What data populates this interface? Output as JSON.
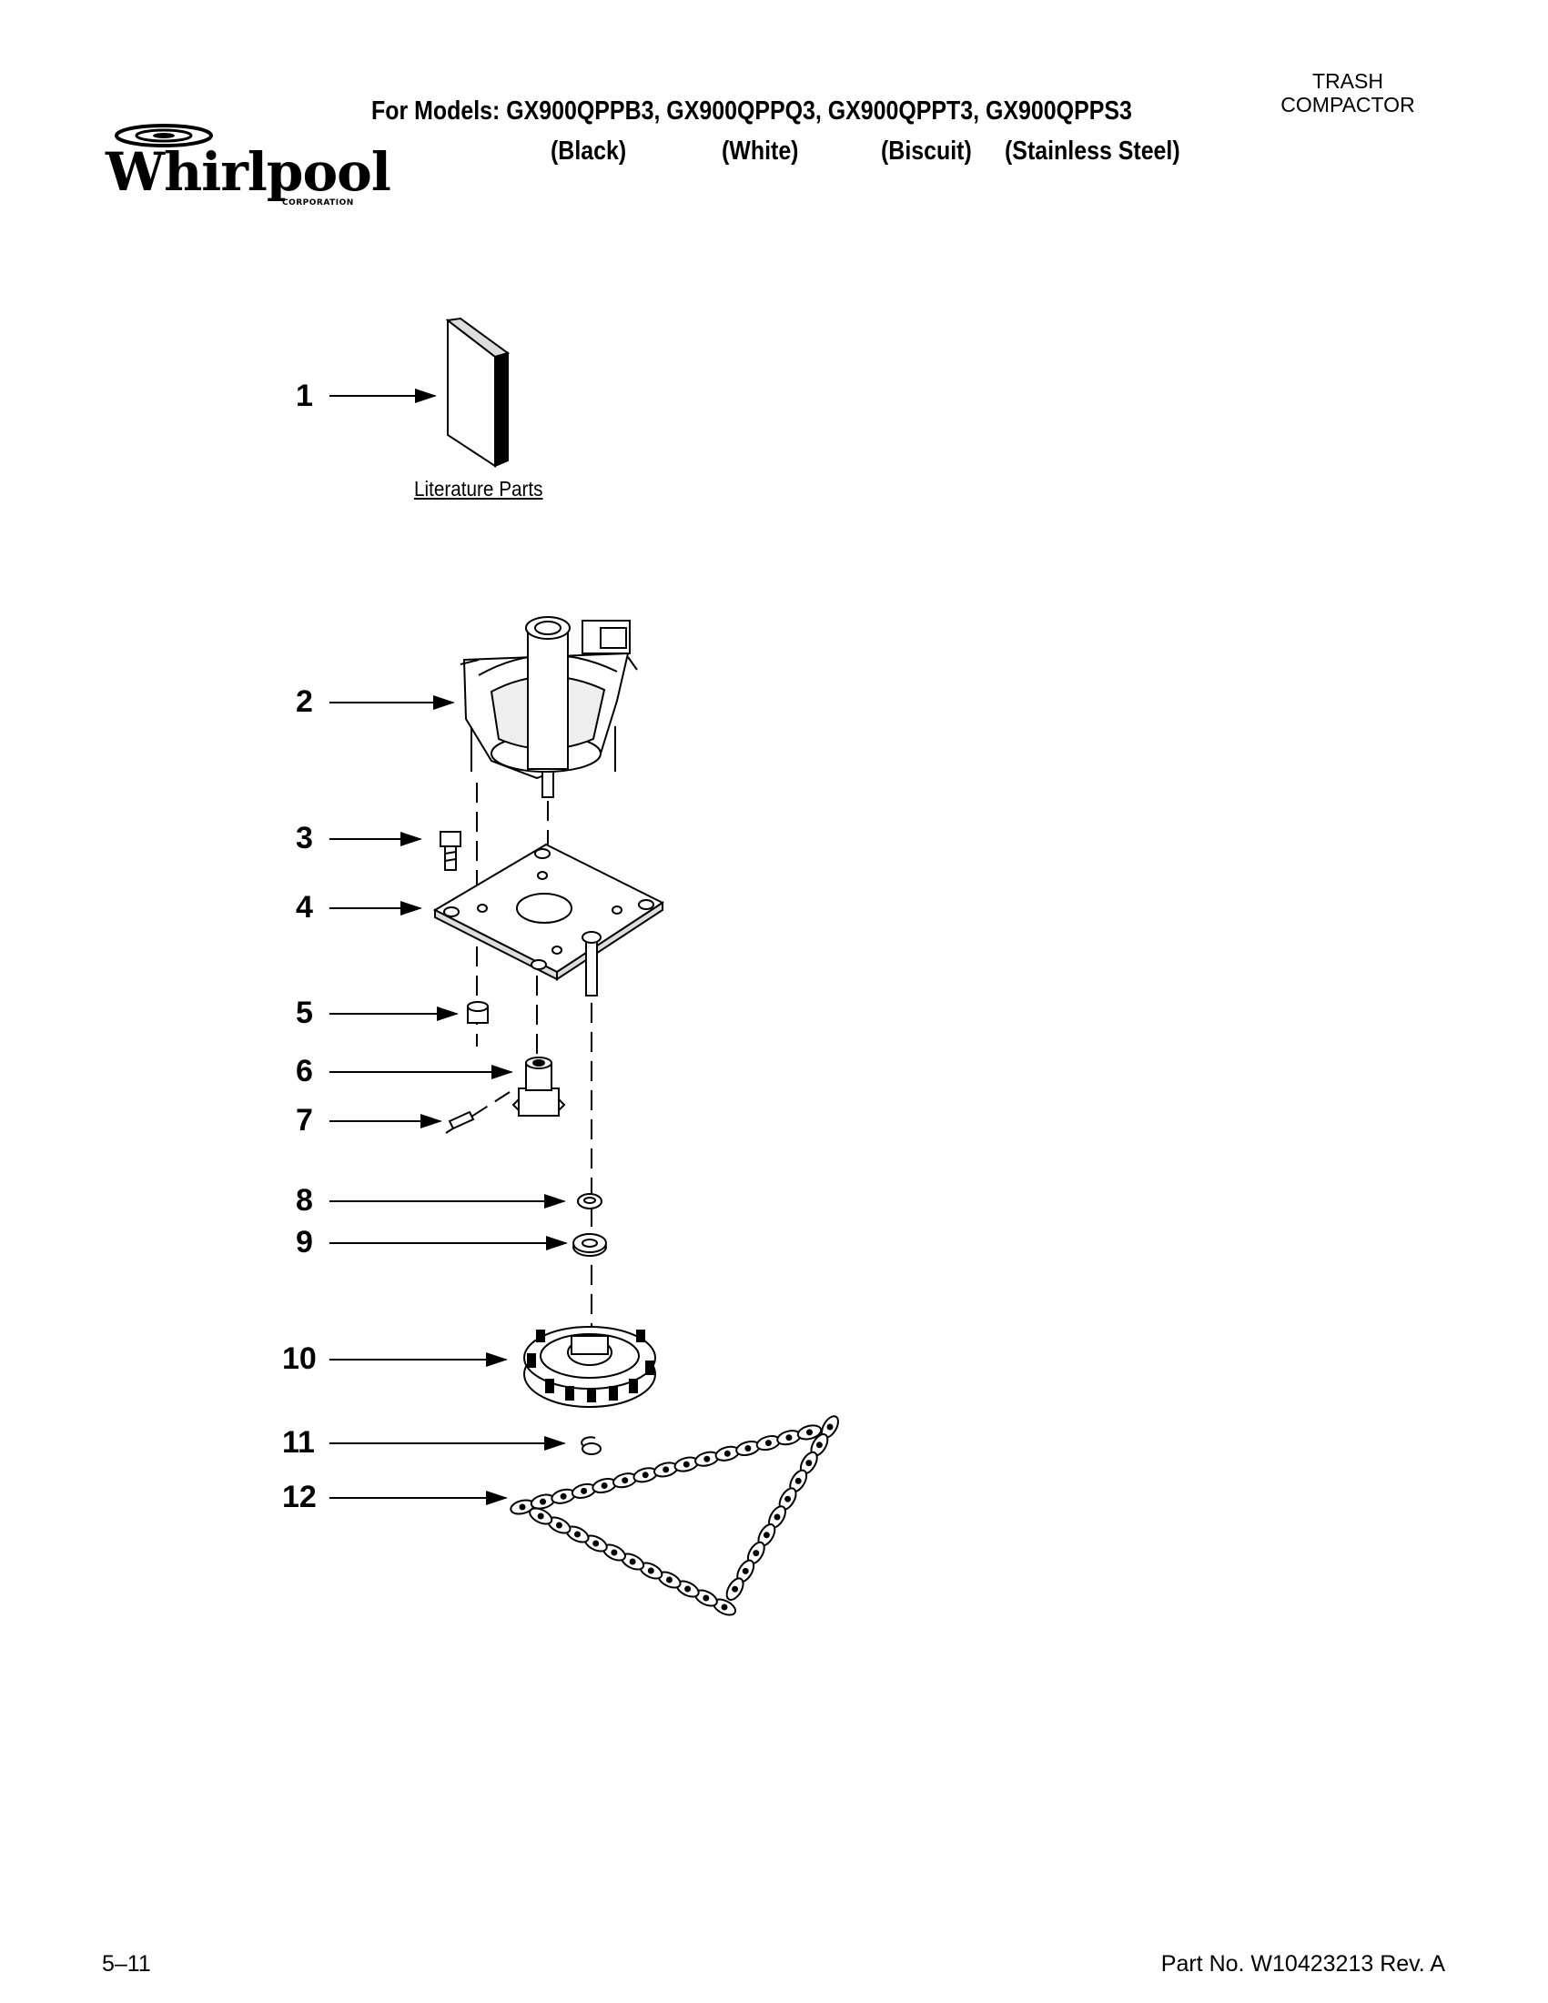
{
  "brand": {
    "name": "Whirlpool",
    "sub": "CORPORATION"
  },
  "header": {
    "models_line": "For Models: GX900QPPB3, GX900QPPQ3, GX900QPPT3, GX900QPPS3",
    "colors": [
      "(Black)",
      "(White)",
      "(Biscuit)",
      "(Stainless Steel)"
    ],
    "category_line1": "TRASH",
    "category_line2": "COMPACTOR"
  },
  "literature_label": "Literature Parts",
  "callouts": [
    "1",
    "2",
    "3",
    "4",
    "5",
    "6",
    "7",
    "8",
    "9",
    "10",
    "11",
    "12"
  ],
  "footer": {
    "page": "5–11",
    "part_number": "Part No. W10423213 Rev. A"
  },
  "icons": {
    "logo": "whirlpool-logo",
    "literature": "literature-booklet-icon",
    "motor": "motor-part",
    "bracket": "mounting-plate-part",
    "sprocket": "drive-sprocket-part",
    "chain": "drive-chain-part"
  }
}
